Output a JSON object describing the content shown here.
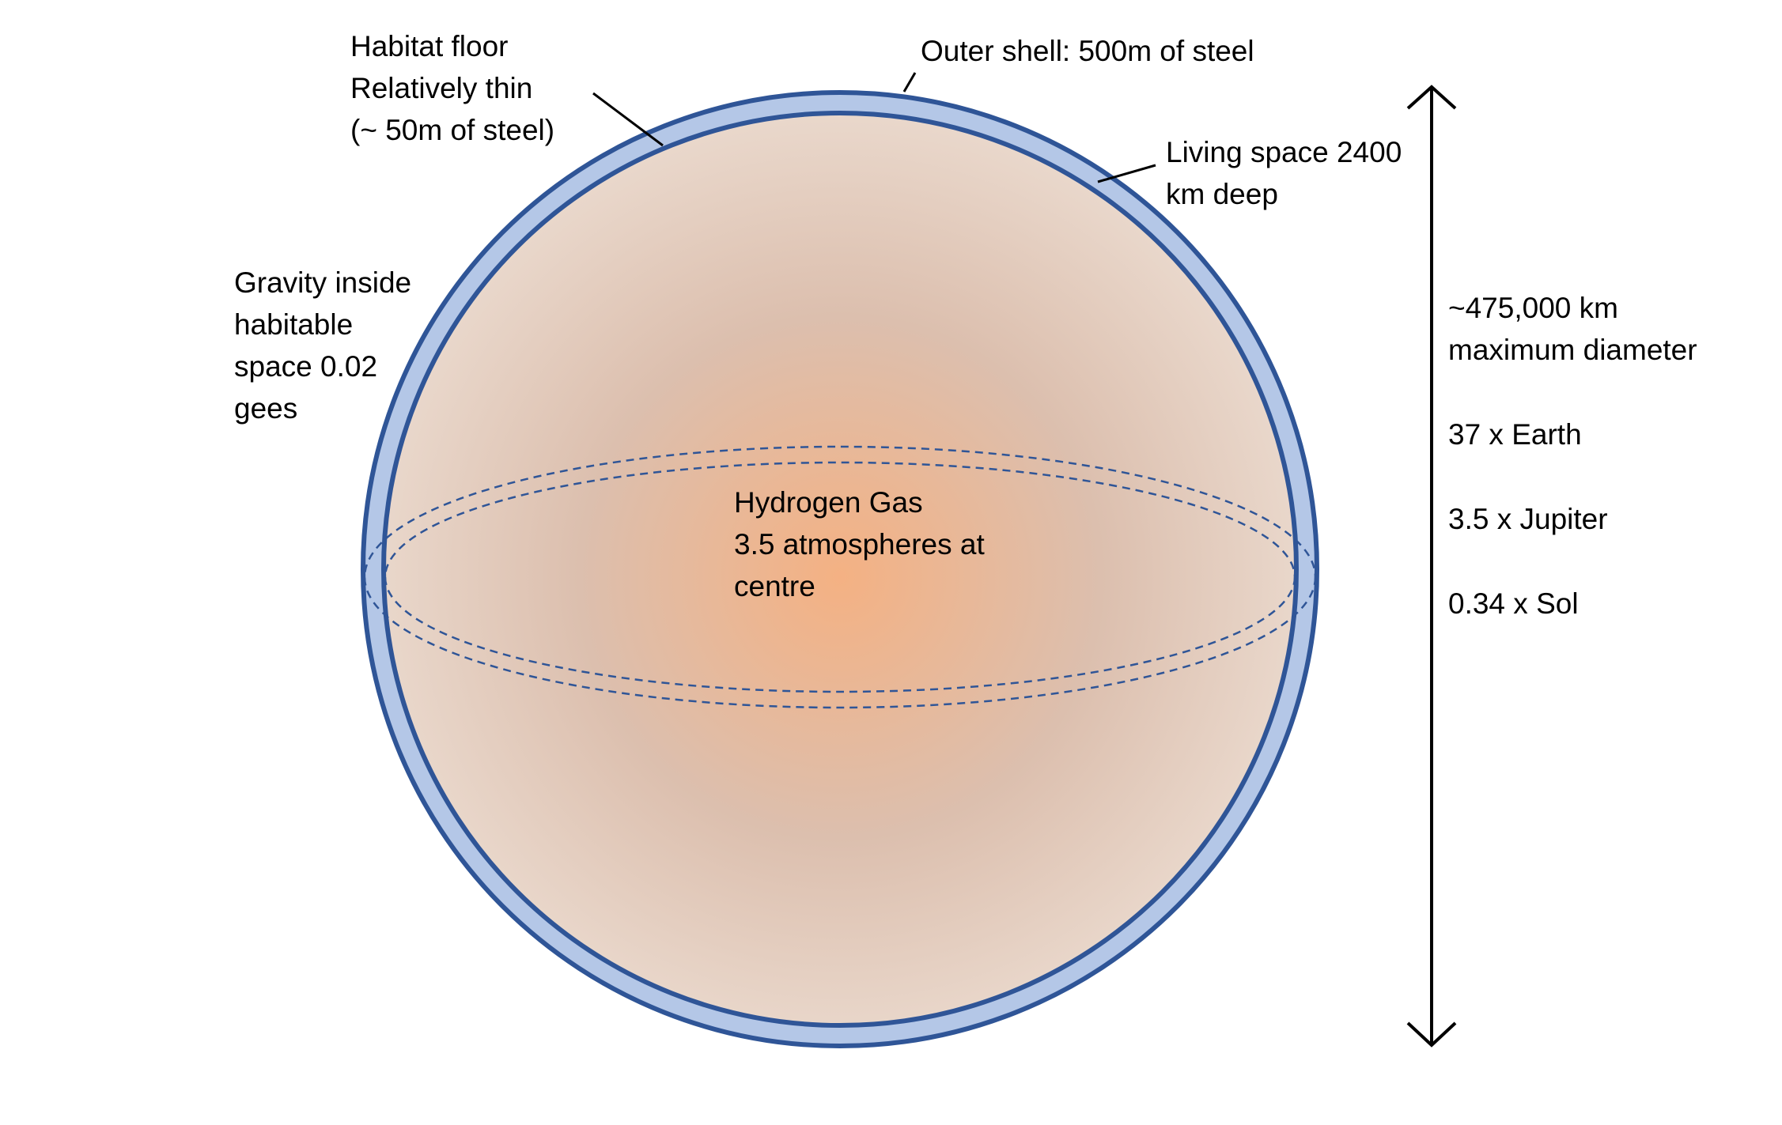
{
  "colors": {
    "outer_shell_fill": "#b4c7e7",
    "shell_stroke": "#2f5597",
    "gas_center": "#f4b183",
    "gas_mid": "#dcbfae",
    "gas_edge": "#ead9cd",
    "arrow": "#000000"
  },
  "labels": {
    "habitat_floor": [
      "Habitat floor",
      "Relatively thin",
      "(~ 50m of steel)"
    ],
    "outer_shell": "Outer shell: 500m of steel",
    "living_space": [
      "Living space 2400",
      "km deep"
    ],
    "gravity": [
      "Gravity inside",
      "habitable",
      "space 0.02",
      "gees"
    ],
    "hydrogen": [
      "Hydrogen Gas",
      "3.5 atmospheres at",
      "centre"
    ],
    "diameter": [
      "~475,000 km",
      "maximum diameter"
    ],
    "earth": "37 x Earth",
    "jupiter": "3.5 x Jupiter",
    "sol": "0.34 x Sol"
  }
}
